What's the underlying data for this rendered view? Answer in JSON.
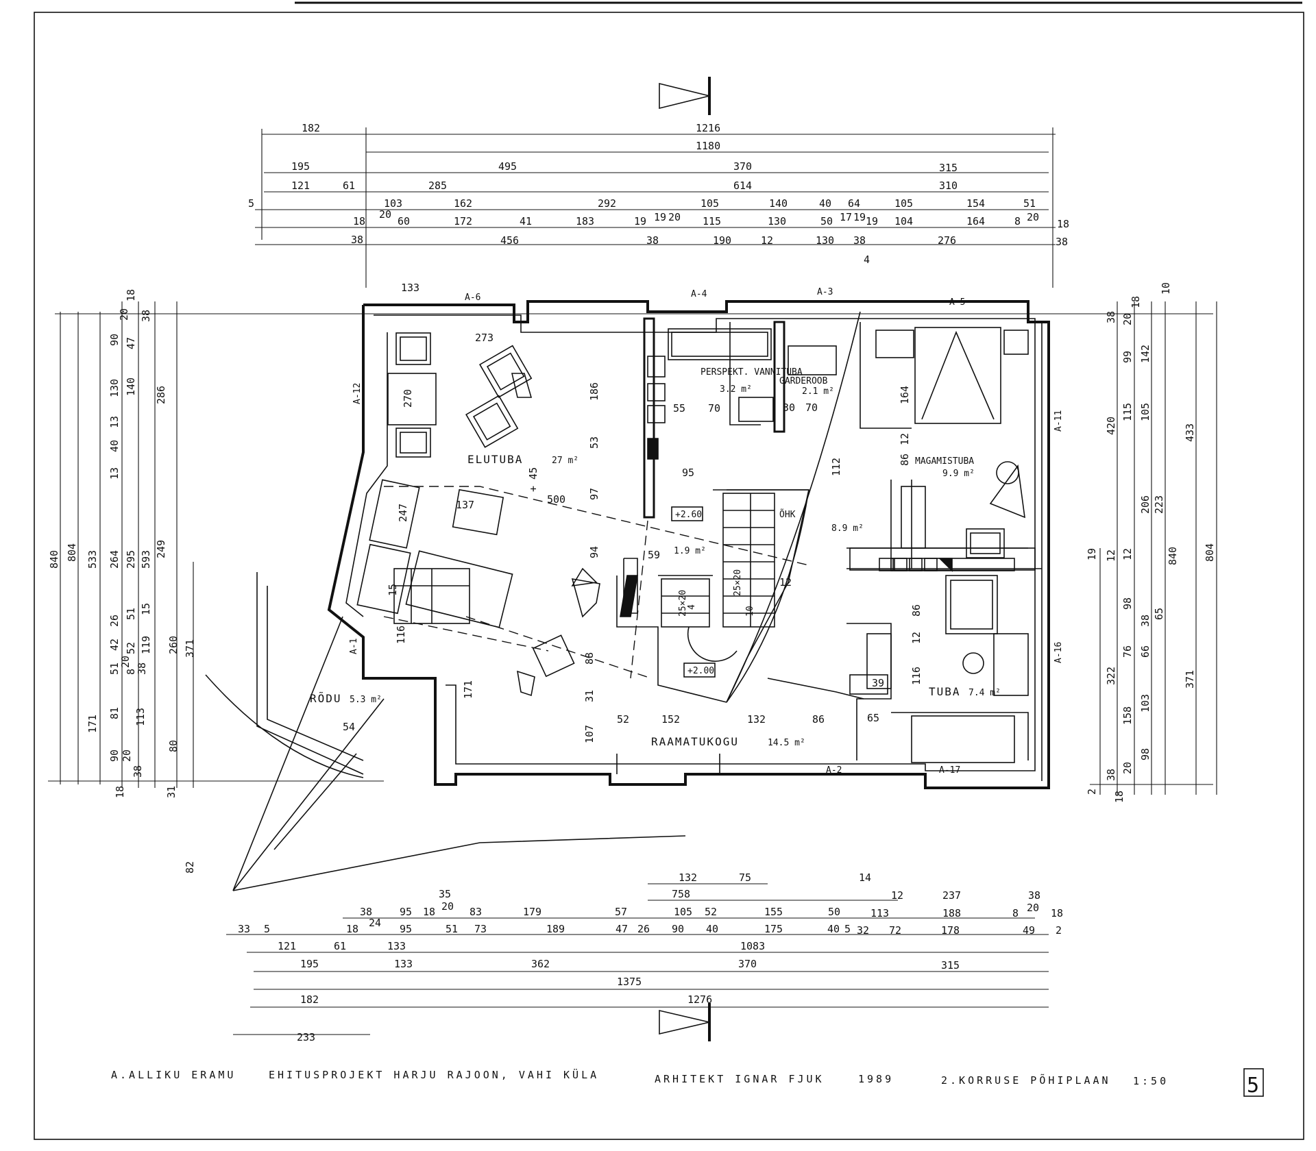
{
  "title_block": {
    "owner": "A.ALLIKU ERAMU",
    "project": "EHITUSPROJEKT HARJU RAJOON, VAHI KÜLA",
    "architect": "ARHITEKT IGNAR FJUK",
    "year": "1989",
    "sheet_title": "2.KORRUSE PÕHIPLAAN",
    "scale": "1:50",
    "sheet_number": "5"
  },
  "rooms": {
    "elutuba": {
      "name": "ELUTUBA",
      "area": "27 m²"
    },
    "vannituba": {
      "name": "PERSPEKT. VANNITUBA",
      "area": "3.2 m²"
    },
    "garderoob": {
      "name": "GARDEROOB",
      "area": "2.1 m²"
    },
    "magamistuba": {
      "name": "MAGAMISTUBA",
      "area": "9.9 m²"
    },
    "ohk": {
      "name": "ÕHK",
      "area": "8.9 m²"
    },
    "hall": {
      "area": "1.9 m²"
    },
    "rodu": {
      "name": "RÕDU",
      "area": "5.3 m²"
    },
    "tuba": {
      "name": "TUBA",
      "area": "7.4 m²"
    },
    "raamatukogu": {
      "name": "RAAMATUKOGU",
      "area": "14.5 m²"
    }
  },
  "levels": {
    "upper": "+2.60",
    "lower": "+2.00"
  },
  "window_tags": [
    "A-6",
    "A-4",
    "A-3",
    "A-5",
    "A-12",
    "A-11",
    "A-1",
    "A-16",
    "A-17",
    "A-2"
  ],
  "stair": {
    "step1": "25×20",
    "step2": "25×20",
    "step3": "4",
    "step4": "10"
  },
  "dims_top": {
    "row1": [
      "182",
      "1216"
    ],
    "row2": [
      "1180"
    ],
    "row3": [
      "195",
      "495",
      "370",
      "315"
    ],
    "row4": [
      "121",
      "61",
      "285",
      "614",
      "310"
    ],
    "row5": [
      "5",
      "103",
      "162",
      "292",
      "105",
      "140",
      "40",
      "64",
      "105",
      "154",
      "51"
    ],
    "row6": [
      "18",
      "20",
      "60",
      "172",
      "41",
      "183",
      "19",
      "19",
      "20",
      "115",
      "130",
      "50",
      "17",
      "19",
      "19",
      "104",
      "164",
      "8",
      "20",
      "18"
    ],
    "row7": [
      "38",
      "456",
      "38",
      "190",
      "12",
      "130",
      "38",
      "276",
      "38"
    ],
    "extra": [
      "4"
    ]
  },
  "dims_bottom": {
    "row0": [
      "132",
      "75",
      "14"
    ],
    "row1": [
      "758",
      "12",
      "237",
      "38"
    ],
    "row2": [
      "38",
      "95",
      "18",
      "20",
      "83",
      "179",
      "57",
      "105",
      "52",
      "155",
      "50",
      "113",
      "188",
      "8",
      "20",
      "18"
    ],
    "row3": [
      "33",
      "5",
      "18",
      "24",
      "95",
      "51",
      "73",
      "189",
      "47",
      "26",
      "90",
      "40",
      "175",
      "40",
      "5",
      "32",
      "72",
      "178",
      "49",
      "2"
    ],
    "row4": [
      "121",
      "61",
      "133",
      "1083"
    ],
    "row5": [
      "195",
      "133",
      "362",
      "370",
      "315"
    ],
    "row6": [
      "1375"
    ],
    "row7": [
      "182",
      "1276"
    ],
    "row8": [
      "233"
    ],
    "extra": [
      "35"
    ]
  },
  "dims_left": {
    "outer": [
      "840",
      "804"
    ],
    "col3": [
      "533",
      "171"
    ],
    "col4": [
      "90",
      "130",
      "13",
      "40",
      "13",
      "264",
      "26",
      "42",
      "51",
      "81",
      "90",
      "18"
    ],
    "col5": [
      "20",
      "47",
      "140",
      "295",
      "51",
      "52",
      "20",
      "8",
      "20"
    ],
    "col6": [
      "18",
      "38",
      "286",
      "593",
      "15",
      "119",
      "38",
      "113",
      "38",
      "31"
    ],
    "col7": [
      "249",
      "260",
      "80"
    ],
    "col8": [
      "371"
    ],
    "extra": [
      "82"
    ]
  },
  "dims_right": {
    "col1": [
      "19",
      "2"
    ],
    "col2": [
      "38",
      "12",
      "38",
      "18"
    ],
    "col3": [
      "20",
      "99",
      "115",
      "12",
      "98",
      "76",
      "158",
      "20"
    ],
    "col4": [
      "18",
      "142",
      "105",
      "206",
      "38",
      "66",
      "103",
      "98"
    ],
    "col5": [
      "420",
      "322"
    ],
    "col6": [
      "223",
      "65"
    ],
    "col7": [
      "840",
      "371"
    ],
    "col8": [
      "433",
      "804"
    ],
    "extra": [
      "10"
    ]
  },
  "interior_dims": {
    "d273": "273",
    "d133": "133",
    "d270": "270",
    "d186": "186",
    "d53": "53",
    "d97": "97",
    "d94": "94",
    "d247": "247",
    "d137": "137",
    "d45": "+ 45",
    "d500": "500",
    "d55": "55",
    "d70a": "70",
    "d30": "30",
    "d70b": "70",
    "d164": "164",
    "d86a": "86",
    "d12a": "12",
    "d112": "112",
    "d95": "95",
    "d59": "59",
    "d12b": "12",
    "d86b": "86",
    "d12c": "12",
    "d116": "116",
    "d39": "39",
    "d15": "15",
    "d116b": "116",
    "d171": "171",
    "d54": "54",
    "d88": "88",
    "d31": "31",
    "d107": "107",
    "d52": "52",
    "d152": "152",
    "d132": "132",
    "d86c": "86",
    "d65": "65"
  }
}
